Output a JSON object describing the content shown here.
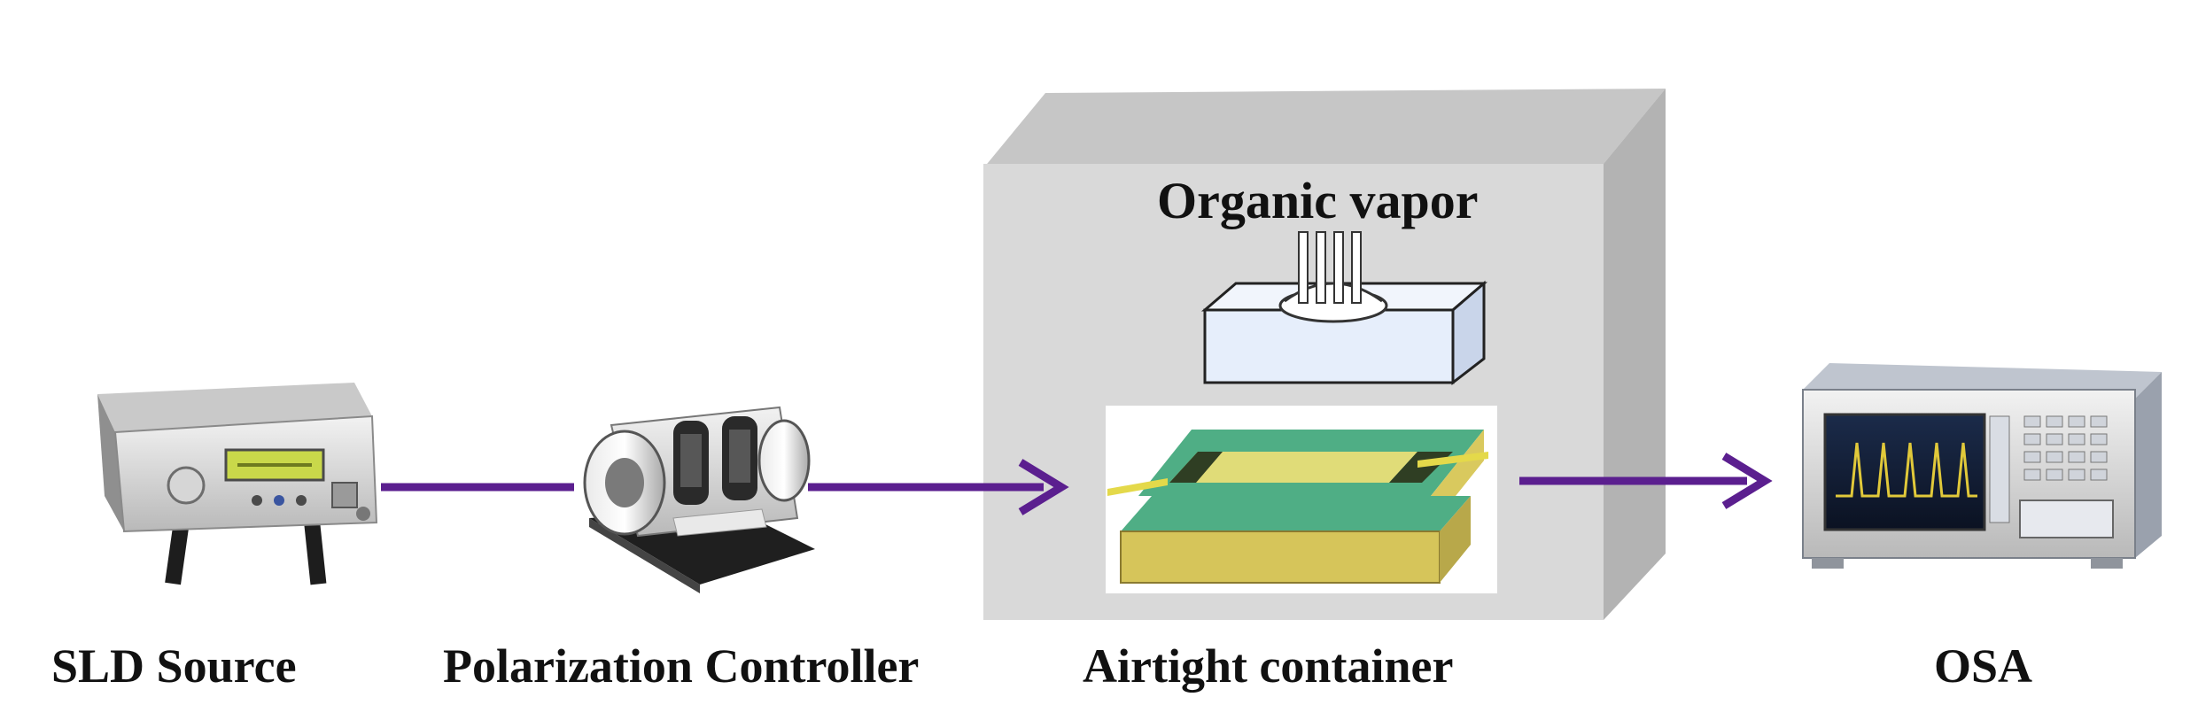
{
  "labels": {
    "sld": "SLD Source",
    "polarization": "Polarization Controller",
    "container": "Airtight container",
    "osa": "OSA",
    "vapor": "Organic vapor"
  },
  "colors": {
    "arrow": "#5b1f8f",
    "container_front": "#d8d8d8",
    "container_side": "#bcbcbc",
    "container_top": "#cacaca",
    "vapor_box": "#e6eefb",
    "sensor_green": "#4fae85",
    "sensor_yellow": "#e6e07a",
    "sensor_dark": "#2f3e23"
  },
  "icons": {
    "sld": "sld-source-icon",
    "polarization": "polarization-controller-icon",
    "osa": "optical-spectrum-analyzer-icon"
  }
}
